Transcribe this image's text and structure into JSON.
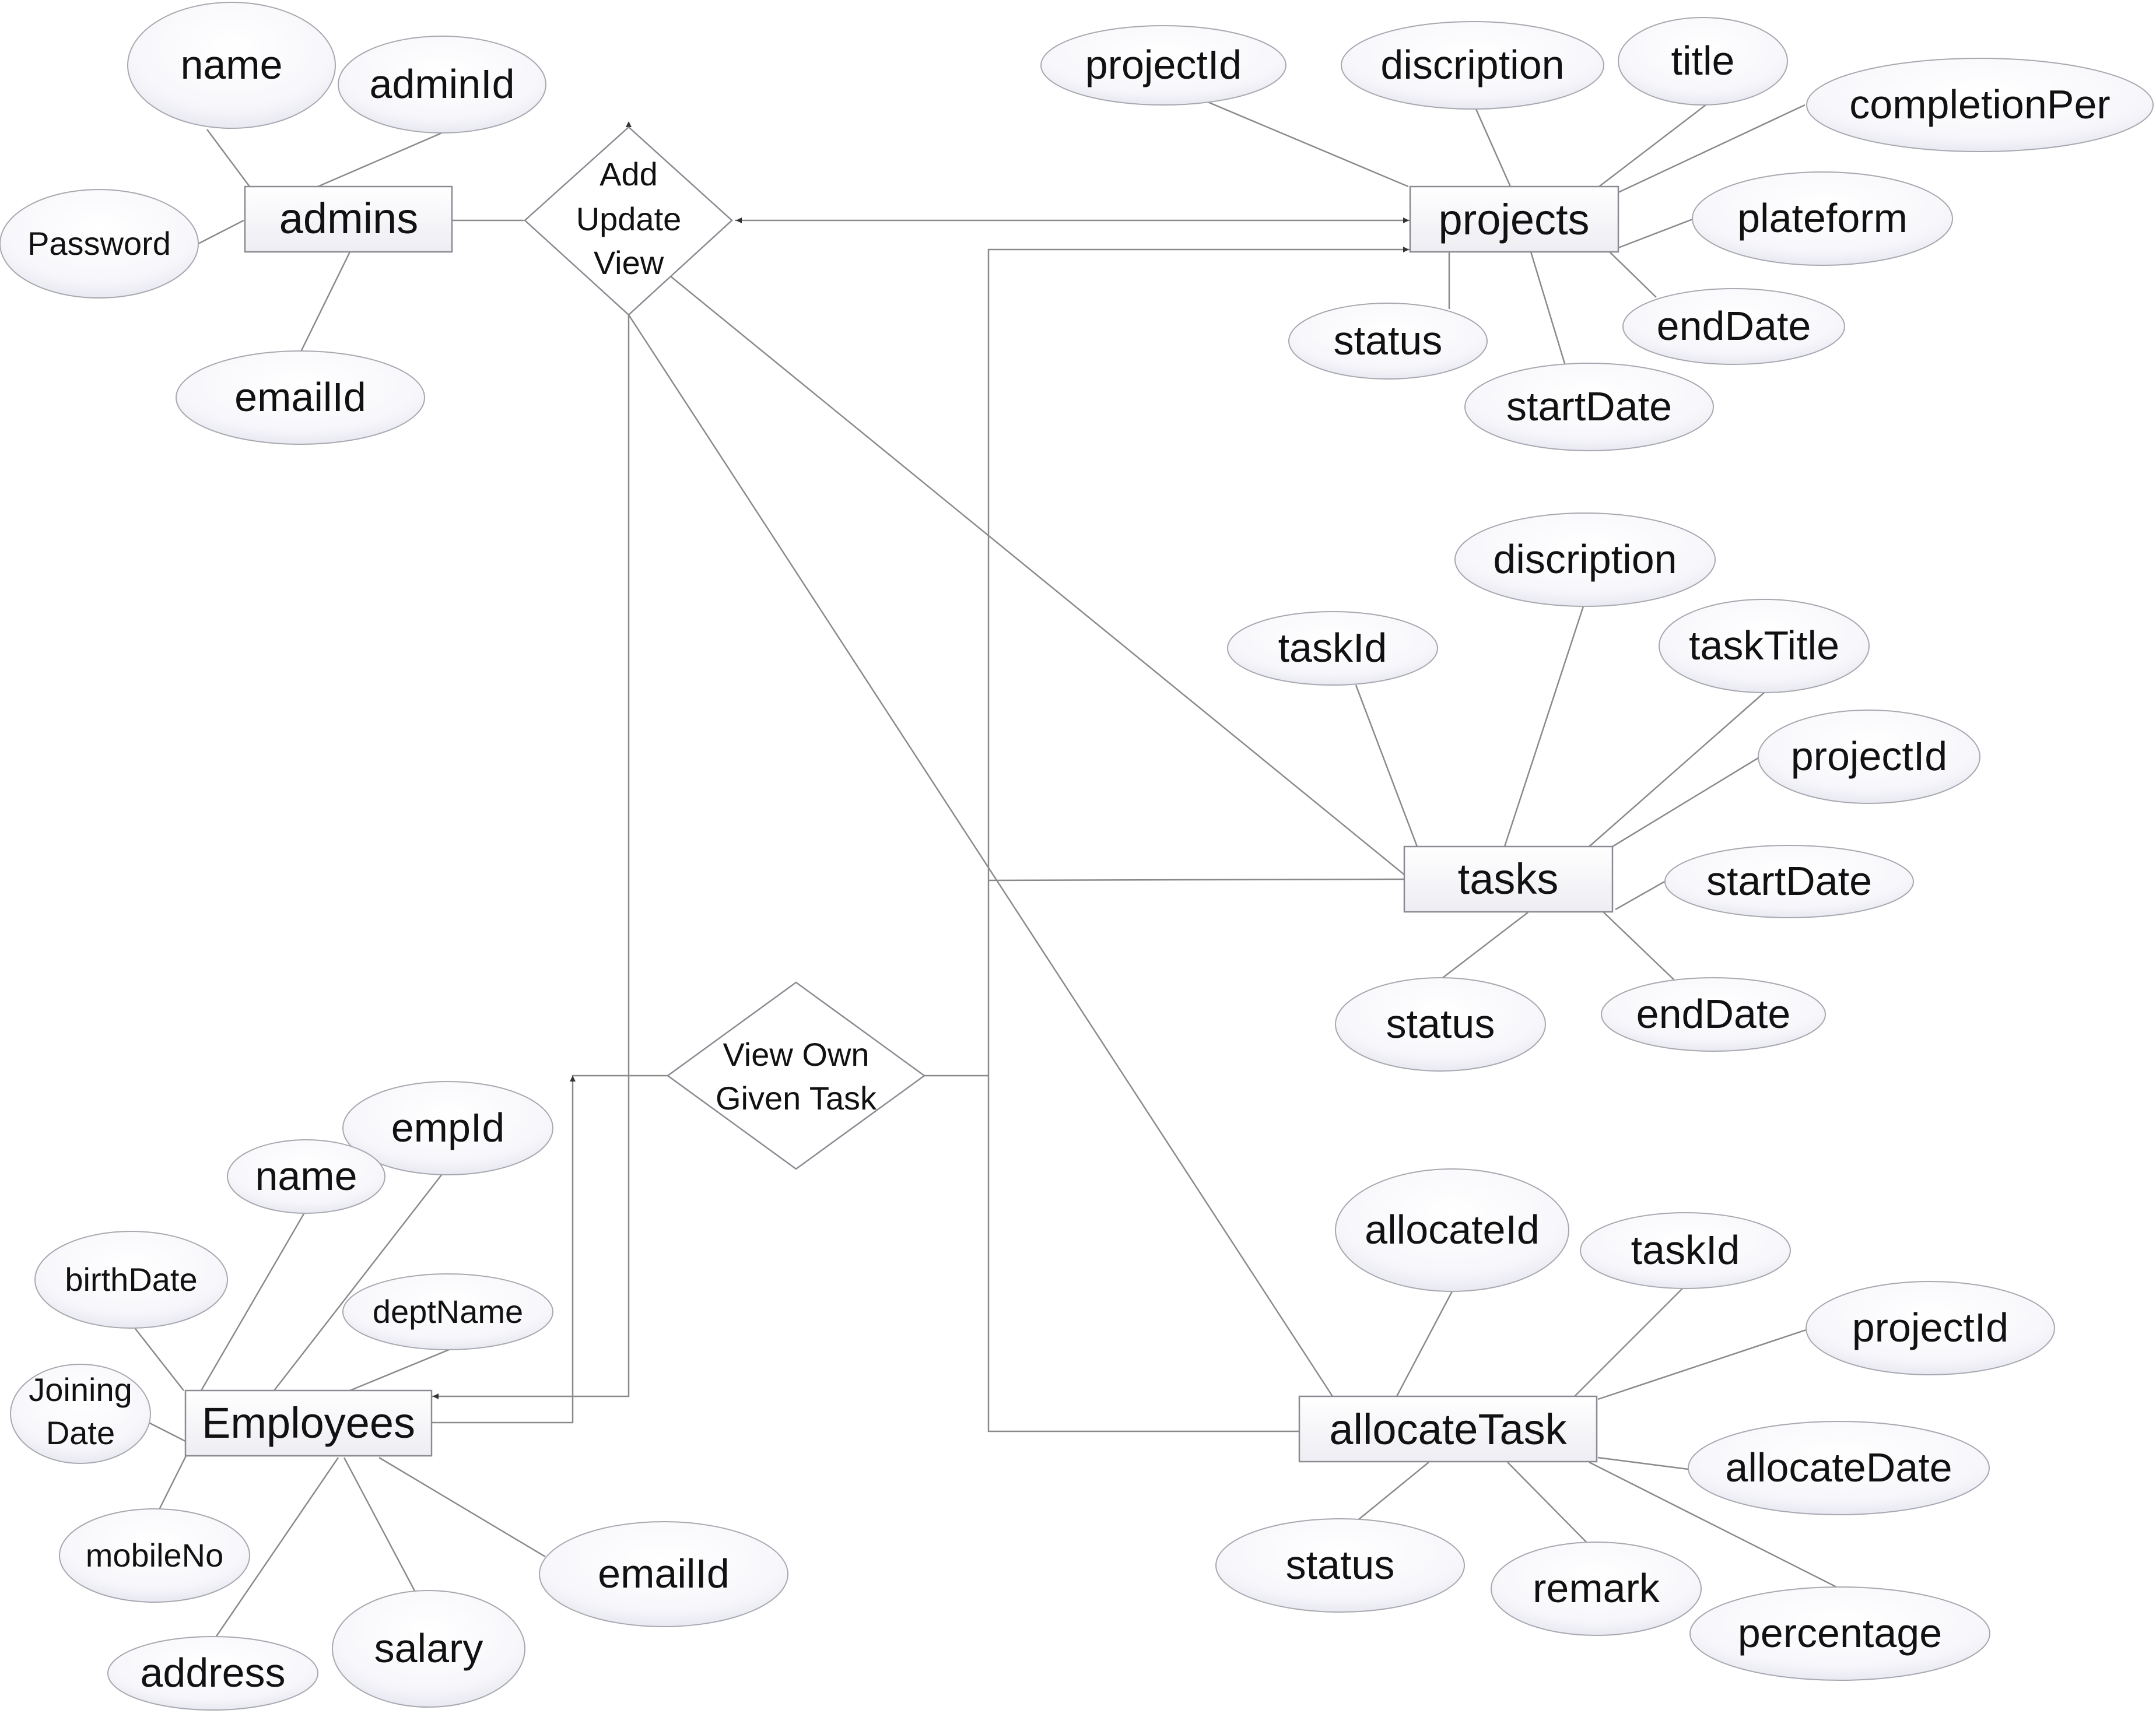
{
  "entities": {
    "admins": "admins",
    "projects": "projects",
    "tasks": "tasks",
    "employees": "Employees",
    "allocate_task": "allocateTask"
  },
  "relationships": {
    "add_update_view": [
      "Add",
      "Update",
      "View"
    ],
    "view_own_given_task": [
      "View Own",
      "Given Task"
    ]
  },
  "attributes": {
    "admins": {
      "name": "name",
      "admin_id": "adminId",
      "password": "Password",
      "email_id": "emailId"
    },
    "projects": {
      "project_id": "projectId",
      "discription": "discription",
      "title": "title",
      "completion_per": "completionPer",
      "plateform": "plateform",
      "end_date": "endDate",
      "start_date": "startDate",
      "status": "status"
    },
    "tasks": {
      "discription": "discription",
      "task_id": "taskId",
      "task_title": "taskTitle",
      "project_id": "projectId",
      "start_date": "startDate",
      "end_date": "endDate",
      "status": "status"
    },
    "employees": {
      "emp_id": "empId",
      "name": "name",
      "birth_date": "birthDate",
      "dept_name": "deptName",
      "joining_date": [
        "Joining",
        "Date"
      ],
      "mobile_no": "mobileNo",
      "email_id": "emailId",
      "address": "address",
      "salary": "salary"
    },
    "allocate_task": {
      "allocate_id": "allocateId",
      "task_id": "taskId",
      "project_id": "projectId",
      "allocate_date": "allocateDate",
      "status": "status",
      "remark": "remark",
      "percentage": "percentage"
    }
  }
}
